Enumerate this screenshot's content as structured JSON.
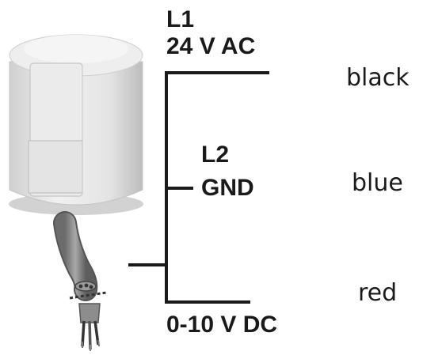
{
  "terminals": {
    "l1": {
      "name": "L1",
      "spec": "24 V AC"
    },
    "l2": {
      "name": "L2",
      "spec": "GND"
    },
    "signal": {
      "spec": "0-10 V DC"
    }
  },
  "wires": {
    "black": "black",
    "blue": "blue",
    "red": "red"
  },
  "colors": {
    "line": "#1a1a1a",
    "actuator_body": "#e6e6e6",
    "cable": "#8a8a8a"
  }
}
